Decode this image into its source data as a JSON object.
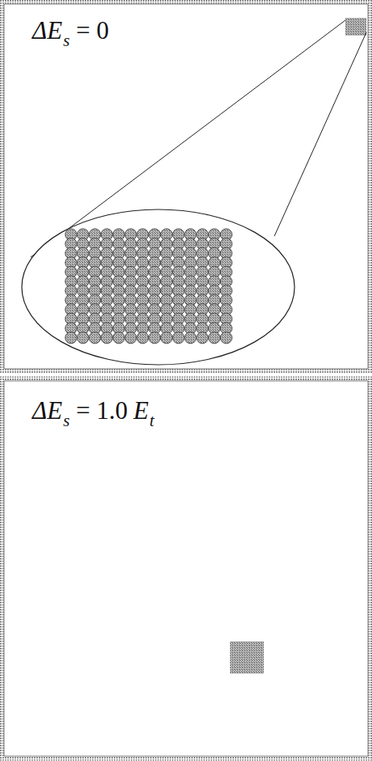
{
  "diagram": {
    "labels": [
      "ΔE",
      "s",
      "= 0",
      "ΔE",
      "s",
      "= 1.0",
      "E",
      "t"
    ]
  }
}
